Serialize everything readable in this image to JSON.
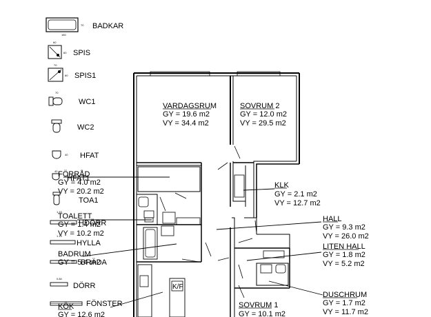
{
  "legend": [
    {
      "name": "BADKAR",
      "size": "70",
      "width": "160"
    },
    {
      "name": "SPIS",
      "size": "60",
      "width": "60"
    },
    {
      "name": "SPIS1",
      "size": "60",
      "width": "70"
    },
    {
      "name": "WC1",
      "size": "70",
      "width": ""
    },
    {
      "name": "WC2",
      "size": "",
      "width": ""
    },
    {
      "name": "HFAT",
      "size": "40",
      "width": ""
    },
    {
      "name": "HFAT1",
      "size": "40",
      "width": ""
    },
    {
      "name": "TOA1",
      "size": "",
      "width": ""
    },
    {
      "name": "HDÖRR",
      "size": "1.15",
      "width": ""
    },
    {
      "name": "HYLLA",
      "size": "",
      "width": "1.15"
    },
    {
      "name": "BRÄDA",
      "size": "",
      "width": ""
    },
    {
      "name": "DÖRR",
      "size": "",
      "width": "0.84"
    },
    {
      "name": "FÖNSTER",
      "size": "",
      "width": ""
    }
  ],
  "rooms": [
    {
      "name": "VARDAGSRUM",
      "gy": "GY = 19.6 m2",
      "vy": "VY = 34.4 m2"
    },
    {
      "name": "SOVRUM 2",
      "gy": "GY = 12.0 m2",
      "vy": "VY = 29.5 m2"
    },
    {
      "name": "KLK",
      "gy": "GY =   2.1 m2",
      "vy": "VY = 12.7 m2"
    },
    {
      "name": "FÖRRÅD",
      "gy": "GY =   4.0 m2",
      "vy": "VY = 20.2 m2"
    },
    {
      "name": "HALL",
      "gy": "GY =   9.3 m2",
      "vy": "VY = 26.0 m2"
    },
    {
      "name": "TOALETT",
      "gy": "GY =   1.4 m2",
      "vy": "VY = 10.2 m2"
    },
    {
      "name": "LITEN HALL",
      "gy": "GY =   1.8 m2",
      "vy": "VY =   5.2 m2"
    },
    {
      "name": "BADRUM",
      "gy": "GY =   5.4 m2",
      "vy": ""
    },
    {
      "name": "DUSCHRUM",
      "gy": "GY =   1.7 m2",
      "vy": "VY = 11.7 m2"
    },
    {
      "name": "KÖK",
      "gy": "GY = 12.6 m2",
      "vy": ""
    },
    {
      "name": "SOVRUM 1",
      "gy": "GY = 10.1 m2",
      "vy": ""
    }
  ],
  "appliance_label": "K/F"
}
